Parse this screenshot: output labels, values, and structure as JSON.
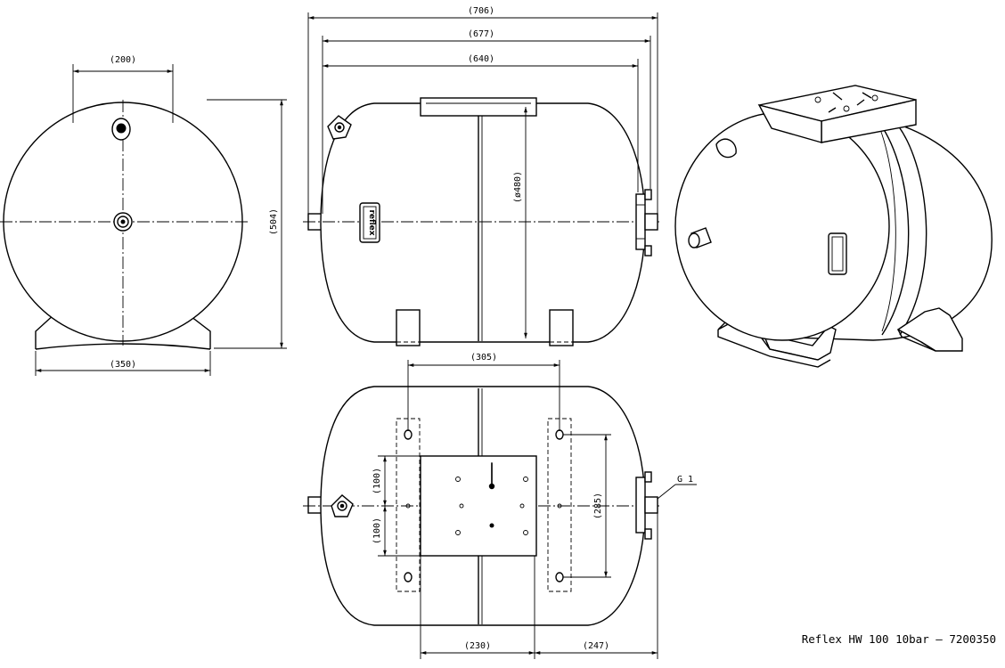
{
  "drawing": {
    "title": "Reflex HW 100 10bar – 7200350",
    "thread_label": "G 1",
    "brand_plate": "reflex",
    "dimensions": {
      "side_top_width": "(200)",
      "side_height": "(504)",
      "side_base_width": "(350)",
      "front_overall": "(706)",
      "front_body_with_nipple": "(677)",
      "front_body": "(640)",
      "front_diameter": "(ø480)",
      "plan_feet_spacing": "(305)",
      "plan_upper_offset": "(100)",
      "plan_lower_offset": "(100)",
      "plan_hole_spacing": "(285)",
      "plan_left_offset": "(230)",
      "plan_right_offset": "(247)"
    }
  }
}
